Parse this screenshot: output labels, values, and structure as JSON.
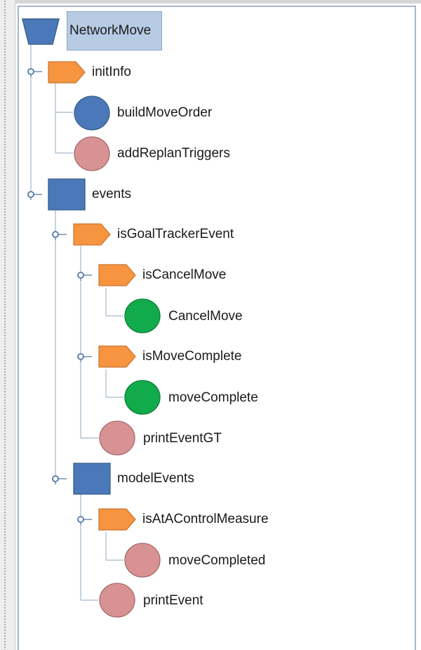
{
  "colors": {
    "selector_orange": "#f7943f",
    "sequence_blue": "#4a78b8",
    "action_blue": "#4a78b8",
    "action_pink": "#d99293",
    "action_green": "#12ab4b",
    "root_highlight": "#b7cbe4",
    "tree_line": "#a4b6cc"
  },
  "tree": {
    "root": {
      "label": "NetworkMove",
      "icon": "trapezoid-root-icon"
    },
    "nodes": [
      {
        "label": "initInfo",
        "icon": "orange-tag-icon"
      },
      {
        "label": "buildMoveOrder",
        "icon": "blue-circle-icon"
      },
      {
        "label": "addReplanTriggers",
        "icon": "pink-circle-icon"
      },
      {
        "label": "events",
        "icon": "blue-square-icon"
      },
      {
        "label": "isGoalTrackerEvent",
        "icon": "orange-tag-icon"
      },
      {
        "label": "isCancelMove",
        "icon": "orange-tag-icon"
      },
      {
        "label": "CancelMove",
        "icon": "green-circle-icon"
      },
      {
        "label": "isMoveComplete",
        "icon": "orange-tag-icon"
      },
      {
        "label": "moveComplete",
        "icon": "green-circle-icon"
      },
      {
        "label": "printEventGT",
        "icon": "pink-circle-icon"
      },
      {
        "label": "modelEvents",
        "icon": "blue-square-icon"
      },
      {
        "label": "isAtAControlMeasure",
        "icon": "orange-tag-icon"
      },
      {
        "label": "moveCompleted",
        "icon": "pink-circle-icon"
      },
      {
        "label": "printEvent",
        "icon": "pink-circle-icon"
      }
    ]
  }
}
